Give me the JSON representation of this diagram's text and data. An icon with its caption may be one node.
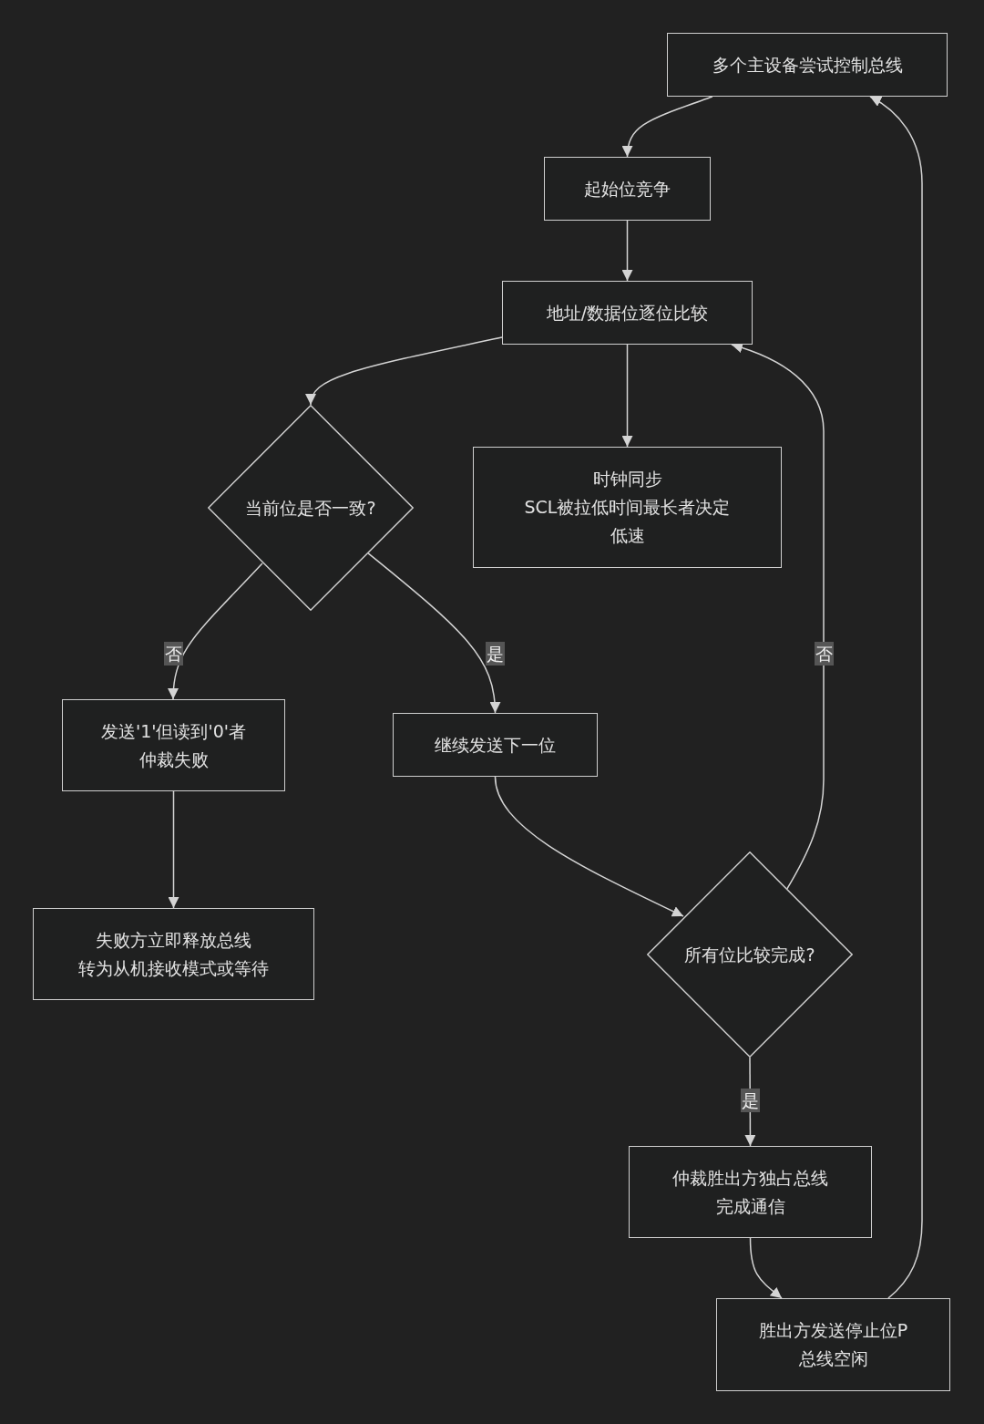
{
  "diagram": {
    "nodes": [
      {
        "text": [
          "多个主设备尝试控制总线"
        ]
      },
      {
        "text": [
          "起始位竞争"
        ]
      },
      {
        "text": [
          "地址/数据位逐位比较"
        ]
      },
      {
        "text": [
          "当前位是否一致?"
        ]
      },
      {
        "text": [
          "时钟同步",
          "SCL被拉低时间最长者决定低速"
        ]
      },
      {
        "text": [
          "发送'1'但读到'0'者",
          "仲裁失败"
        ]
      },
      {
        "text": [
          "继续发送下一位"
        ]
      },
      {
        "text": [
          "失败方立即释放总线",
          "转为从机接收模式或等待"
        ]
      },
      {
        "text": [
          "所有位比较完成?"
        ]
      },
      {
        "text": [
          "仲裁胜出方独占总线",
          "完成通信"
        ]
      },
      {
        "text": [
          "胜出方发送停止位P",
          "总线空闲"
        ]
      }
    ],
    "edges": [
      {
        "from": 0,
        "to": 1,
        "arrow": "to"
      },
      {
        "from": 1,
        "to": 2,
        "arrow": "to"
      },
      {
        "from": 2,
        "to": 3,
        "arrow": "to"
      },
      {
        "from": 2,
        "to": 4,
        "arrow": "to"
      },
      {
        "from": 3,
        "to": 5,
        "arrow": "to",
        "label": "否"
      },
      {
        "from": 3,
        "to": 6,
        "arrow": "to",
        "label": "是"
      },
      {
        "from": 5,
        "to": 7,
        "arrow": "to"
      },
      {
        "from": 6,
        "to": 8,
        "arrow": "to"
      },
      {
        "from": 8,
        "to": 2,
        "arrow": "to",
        "label": "否"
      },
      {
        "from": 8,
        "to": 9,
        "arrow": "to",
        "label": "是"
      },
      {
        "from": 9,
        "to": 10,
        "arrow": "to"
      },
      {
        "from": 10,
        "to": 0,
        "arrow": "to"
      }
    ]
  }
}
